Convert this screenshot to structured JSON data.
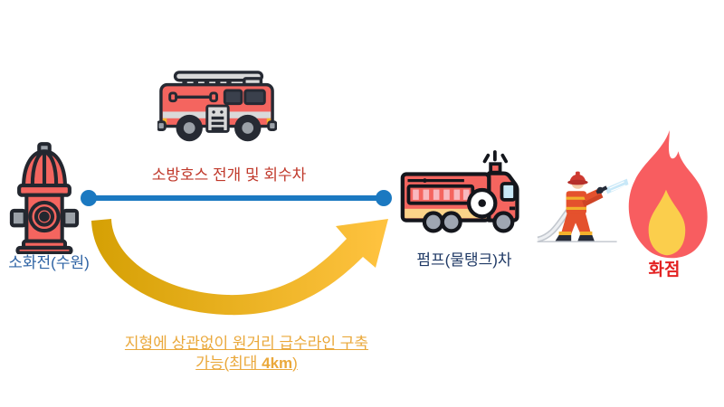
{
  "diagram": {
    "background": "#FFFFFF",
    "nodes": {
      "hydrant": {
        "label": "소화전(수원)",
        "label_color": "#2E63A4",
        "icon": "fire-hydrant-icon"
      },
      "hose_truck": {
        "label": "소방호스 전개 및 회수차",
        "label_color": "#C0392B",
        "icon": "fire-truck-icon"
      },
      "pump_truck": {
        "label": "펌프(물탱크)차",
        "label_color": "#203A66",
        "icon": "pump-truck-icon"
      },
      "firefighter": {
        "icon": "firefighter-spraying-icon"
      },
      "fire_point": {
        "label": "화점",
        "label_color": "#E32222",
        "icon": "flame-icon"
      }
    },
    "connectors": {
      "hose_line": {
        "type": "straight-line-with-end-dots",
        "color": "#1B79C1"
      },
      "supply_arrow": {
        "type": "curved-swoosh-arrow",
        "color_start": "#D5A004",
        "color_end": "#FFC340"
      }
    },
    "note": {
      "line1": "지형에 상관없이 원거리 급수라인 구축",
      "line2_prefix": "가능(최대 ",
      "line2_bold": "4km",
      "line2_suffix": ")",
      "color": "#EAA83B"
    },
    "icon_colors": {
      "vehicle_red": "#F4655F",
      "outline_dark": "#262A33",
      "stripe_gray": "#D9D9D9",
      "window_blue": "#C9E8F7",
      "tank_yellow": "#FBD389",
      "flame_outer": "#F85D60",
      "flame_inner": "#FBCE4C",
      "suit_orange": "#E4512D",
      "stripe_yellow": "#F2B02C",
      "water_blue": "#C8E8F8"
    }
  }
}
